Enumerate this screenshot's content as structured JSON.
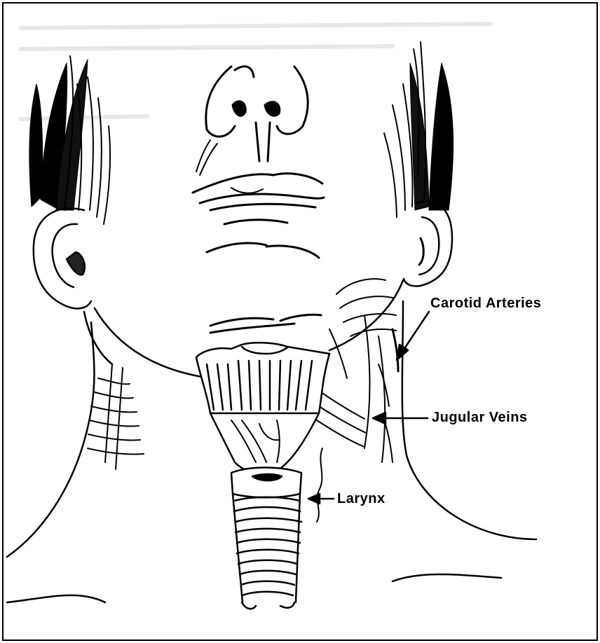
{
  "labels": {
    "carotid": "Carotid Arteries",
    "jugular": "Jugular Veins",
    "larynx": "Larynx"
  },
  "colors": {
    "ink": "#000000",
    "paper": "#ffffff"
  }
}
